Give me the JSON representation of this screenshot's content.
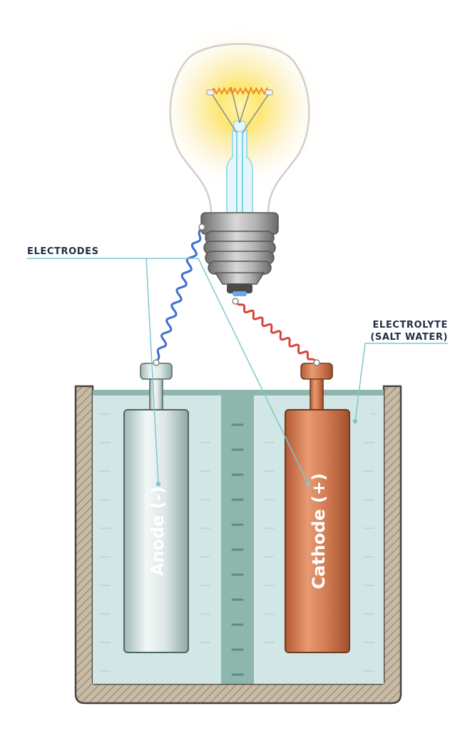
{
  "labels": {
    "electrodes": "ELECTRODES",
    "electrolyte_line1": "ELECTROLYTE",
    "electrolyte_line2": "(SALT WATER)",
    "anode": "Anode (-)",
    "cathode": "Cathode (+)"
  },
  "colors": {
    "label_text": "#1f2f45",
    "leader_line": "#7fc6cf",
    "electrolyte": "#d3e6e6",
    "membrane": "#8fb6ad",
    "container_wall": "#bfb39c",
    "anode_metal": "#dfe9e8",
    "cathode_metal": "#d07a52",
    "wire_negative": "#3d6fd1",
    "wire_positive": "#d8453c",
    "bulb_glow": "#fde56a",
    "bulb_base": "#9e9e9e"
  },
  "icons": {
    "bulb": "light-bulb-icon",
    "filament": "filament-icon"
  }
}
